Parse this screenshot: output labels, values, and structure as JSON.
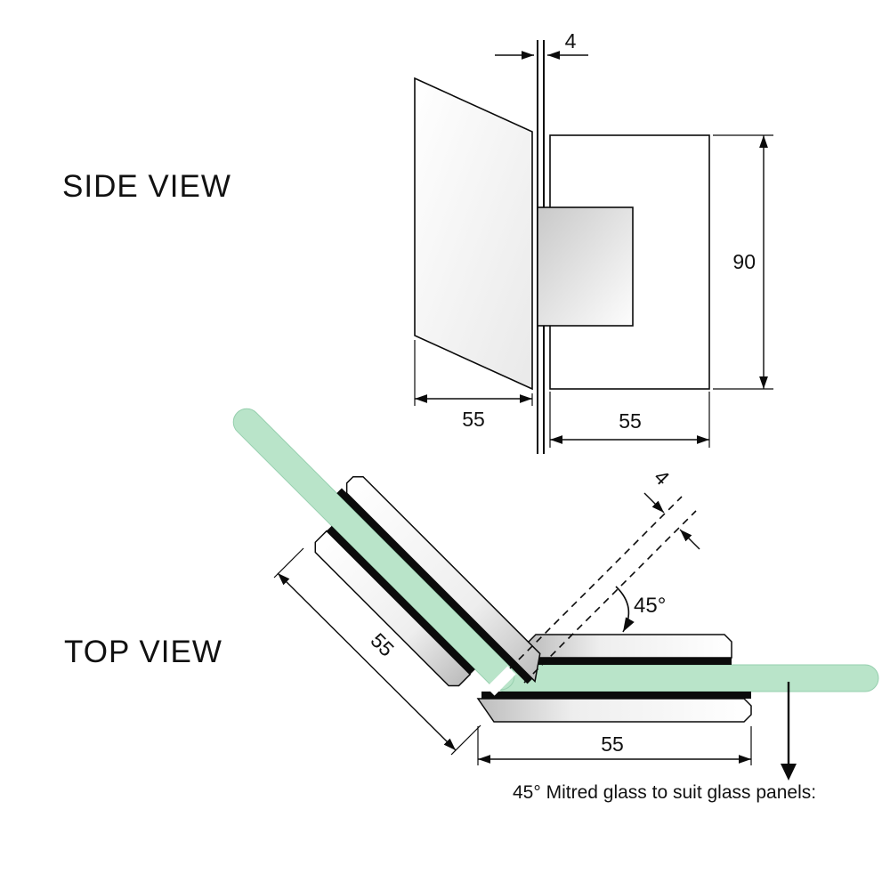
{
  "side_view": {
    "title": "SIDE VIEW",
    "dim_glass_thickness": "4",
    "dim_hinge_height": "90",
    "dim_glass_width": "55",
    "dim_plate_width": "55"
  },
  "top_view": {
    "title": "TOP VIEW",
    "dim_clamp_length": "55",
    "dim_plate_length": "55",
    "dim_mitre_gap": "4",
    "dim_angle": "45°",
    "note": "45° Mitred glass to suit glass panels:"
  },
  "colors": {
    "glass_green": "#b9e4c9",
    "glass_green_edge": "#96cfae",
    "line_black": "#0b0b0b",
    "label_gray": "#515151"
  }
}
